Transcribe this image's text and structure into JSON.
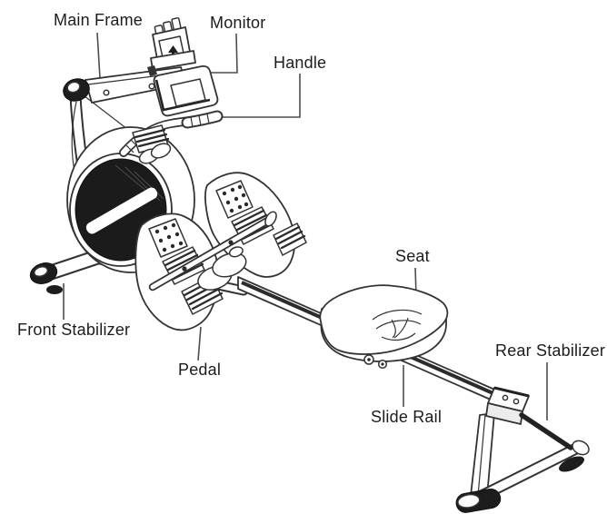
{
  "diagram": {
    "labels": {
      "main_frame": "Main Frame",
      "monitor": "Monitor",
      "handle": "Handle",
      "front_stabilizer": "Front Stabilizer",
      "pedal": "Pedal",
      "seat": "Seat",
      "slide_rail": "Slide Rail",
      "rear_stabilizer": "Rear Stabilizer"
    },
    "colors": {
      "line": "#333333",
      "dark_fill": "#1d1d1d",
      "background": "#ffffff",
      "label_text": "#1c1c1c",
      "leader": "#4d4d4d"
    }
  }
}
